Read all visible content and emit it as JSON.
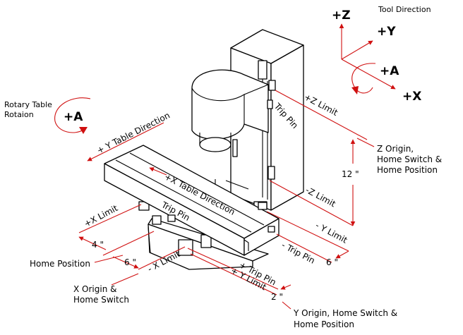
{
  "labels": {
    "plus_z": "+Z",
    "tool_direction": "Tool Direction",
    "plus_y": "+Y",
    "plus_a_axis": "+A",
    "plus_x": "+X",
    "rotary_line1": "Rotary Table",
    "rotary_line2": "Rotaion",
    "plus_a_rotary": "+A",
    "y_table_direction": "+ Y Table Direction",
    "x_table_direction": "+X Table Direction",
    "trip_pin_head": "Trip Pin",
    "trip_pin_table": "Trip Pin",
    "z_plus_limit": "+Z Limit",
    "z_minus_limit": "-Z Limit",
    "y_minus_limit": "- Y Limit",
    "minus_trip_pin": "- Trip Pin",
    "x_plus_limit": "+X Limit",
    "x_minus_limit": "- X Limit",
    "plus_trip_pin": "+ Trip Pin",
    "plus_y_limit": "+ Y Limit",
    "z_origin_line1": "Z Origin,",
    "z_origin_line2": "Home Switch &",
    "z_origin_line3": "Home Position",
    "dim_12": "12 \"",
    "dim_6_right": "6 \"",
    "dim_4": "4 \"",
    "dim_6_left": "6 \"",
    "dim_2": "2 \"",
    "home_position": "Home Position",
    "x_origin_line1": "X Origin &",
    "x_origin_line2": "Home Switch",
    "y_origin_line1": "Y Origin, Home Switch &",
    "y_origin_line2": "Home Position"
  },
  "colors": {
    "annotation": "#d01010",
    "machine_line": "#000000"
  }
}
